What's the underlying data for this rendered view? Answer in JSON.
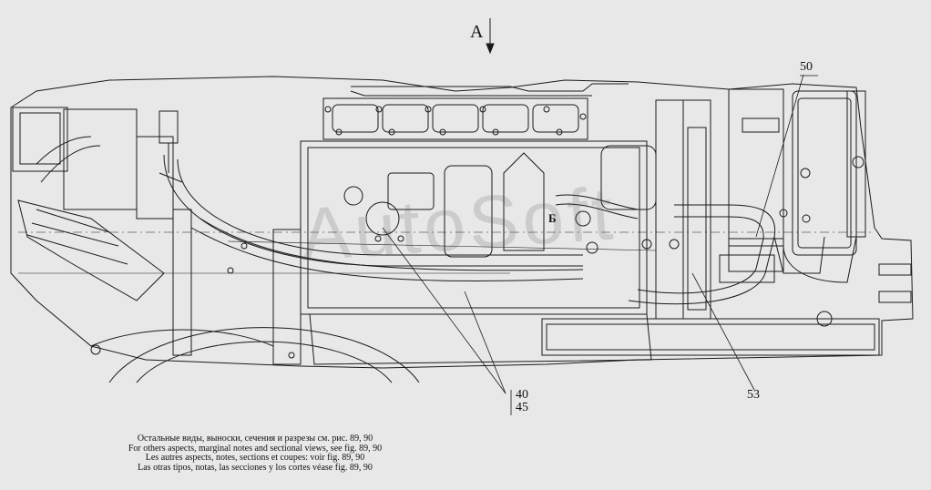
{
  "view_label": "А",
  "callouts": {
    "c50": "50",
    "c53": "53",
    "c40": "40",
    "c45": "45"
  },
  "notes": [
    "Остальные виды, выноски, сечения и разрезы см. рис. 89, 90",
    "For others aspects, marginal notes and sectional views, see fig. 89, 90",
    "Les autres aspects, notes, sections et coupes: voir fig. 89, 90",
    "Las otras tipos, notas, las secciones y los cortes véase fig. 89, 90"
  ],
  "inline_letter": "Б",
  "watermark": "AutoSoft",
  "colors": {
    "line": "#1a1a1a",
    "background": "#e8e8e8"
  }
}
